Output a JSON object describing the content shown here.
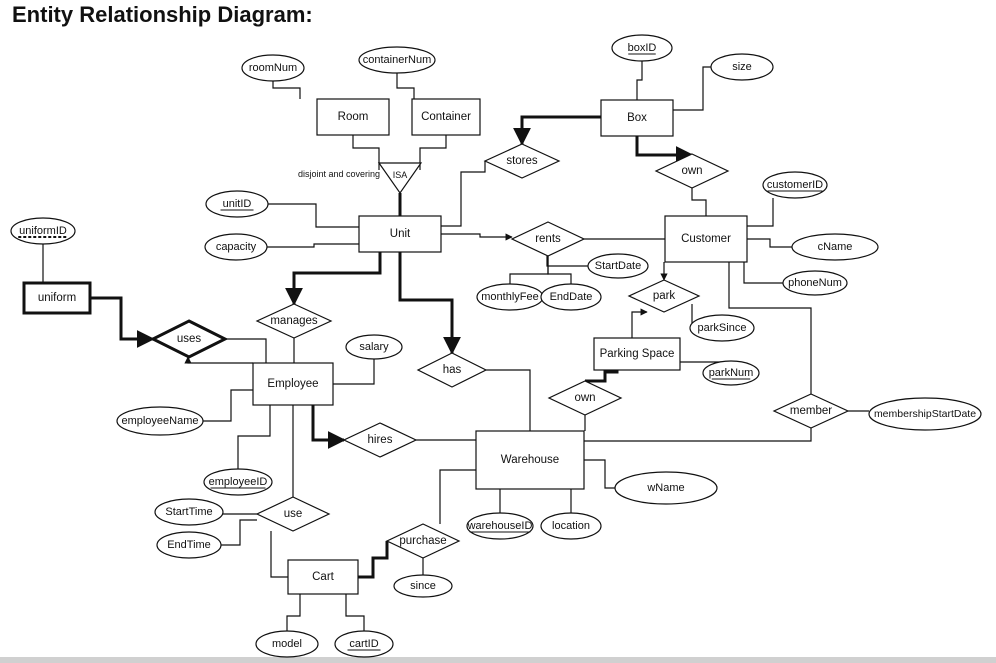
{
  "title": "Entity Relationship Diagram:",
  "isa_note": "disjoint and covering",
  "nodes": {
    "room": "Room",
    "container": "Container",
    "box": "Box",
    "unit": "Unit",
    "customer": "Customer",
    "employee": "Employee",
    "warehouse": "Warehouse",
    "cart": "Cart",
    "parking_space": "Parking Space",
    "uniform": "uniform",
    "isa": "ISA",
    "stores": "stores",
    "own_box": "own",
    "rents": "rents",
    "park": "park",
    "manages": "manages",
    "uses": "uses",
    "has": "has",
    "own_parking": "own",
    "member": "member",
    "hires": "hires",
    "use": "use",
    "purchase": "purchase",
    "roomNum": "roomNum",
    "containerNum": "containerNum",
    "boxID": "boxID",
    "size": "size",
    "customerID": "customerID",
    "cName": "cName",
    "phoneNum": "phoneNum",
    "unitID": "unitID",
    "capacity": "capacity",
    "uniformID": "uniformID",
    "monthlyFee": "monthlyFee",
    "EndDate": "EndDate",
    "StartDate_rents": "StartDate",
    "parkSince": "parkSince",
    "parkNum": "parkNum",
    "salary": "salary",
    "employeeName": "employeeName",
    "employeeID": "employeeID",
    "membershipStartDate": "membershipStartDate",
    "wName": "wName",
    "warehouseID": "warehouseID",
    "location": "location",
    "StartTime": "StartTime",
    "EndTime": "EndTime",
    "since": "since",
    "model": "model",
    "cartID": "cartID"
  },
  "colors": {
    "stroke": "#111111",
    "background": "#ffffff"
  }
}
